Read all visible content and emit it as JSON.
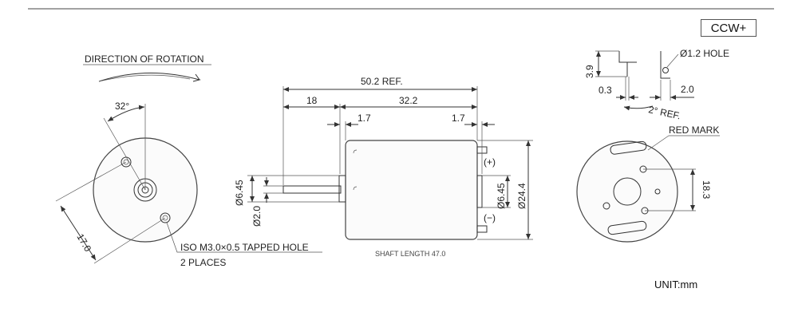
{
  "badge": "CCW+",
  "unit": "UNIT:mm",
  "left_view": {
    "direction_label": "DIRECTION OF ROTATION",
    "angle": "32°",
    "hole_pitch": "17.0",
    "note_line1": "ISO M3.0×0.5 TAPPED HOLE",
    "note_line2": "2 PLACES"
  },
  "side_view": {
    "overall": "50.2 REF.",
    "shaft_extension": "18",
    "body_length": "32.2",
    "boss_left": "1.7",
    "boss_right": "1.7",
    "boss_dia": "Ø6.45",
    "shaft_dia": "Ø2.0",
    "body_dia": "Ø24.4",
    "rear_boss_dia": "Ø6.45",
    "plus": "(+)",
    "minus": "(−)",
    "shaft_length": "SHAFT LENGTH  47.0"
  },
  "right_view": {
    "terminal_height": "3.9",
    "terminal_thickness": "0.3",
    "terminal_width": "2.0",
    "hole": "Ø1.2 HOLE",
    "angle": "2° REF.",
    "red_mark": "RED MARK",
    "span": "18.3"
  }
}
